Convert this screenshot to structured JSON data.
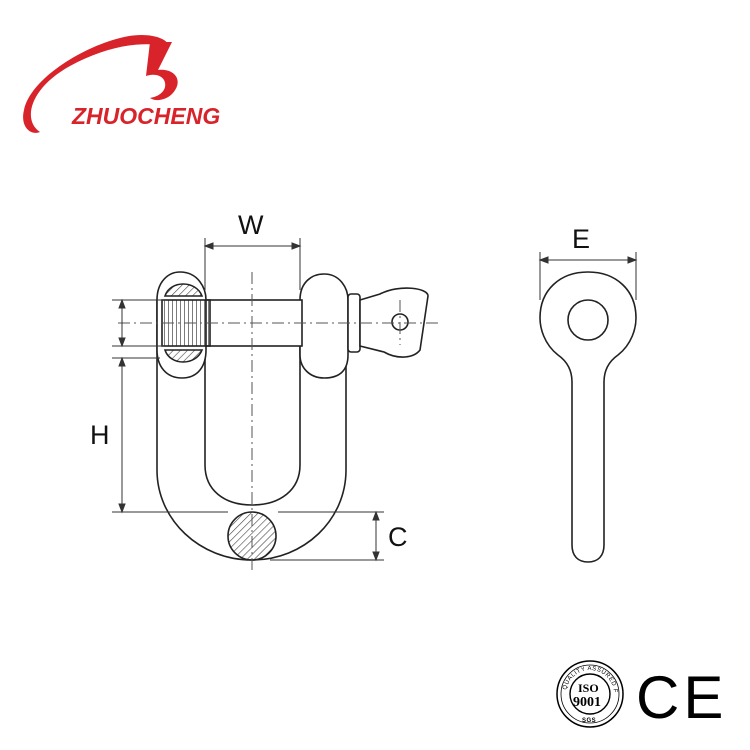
{
  "brand": {
    "name": "ZHUOCHENG",
    "color": "#d8232a"
  },
  "diagram": {
    "dimensions": {
      "w": "W",
      "h": "H",
      "c": "C",
      "e": "E"
    }
  },
  "certifications": {
    "iso_top": "QUALITY ASSURED FIRM",
    "iso_main_1": "ISO",
    "iso_main_2": "9001",
    "iso_bottom": "SGS",
    "ce": "CE"
  }
}
